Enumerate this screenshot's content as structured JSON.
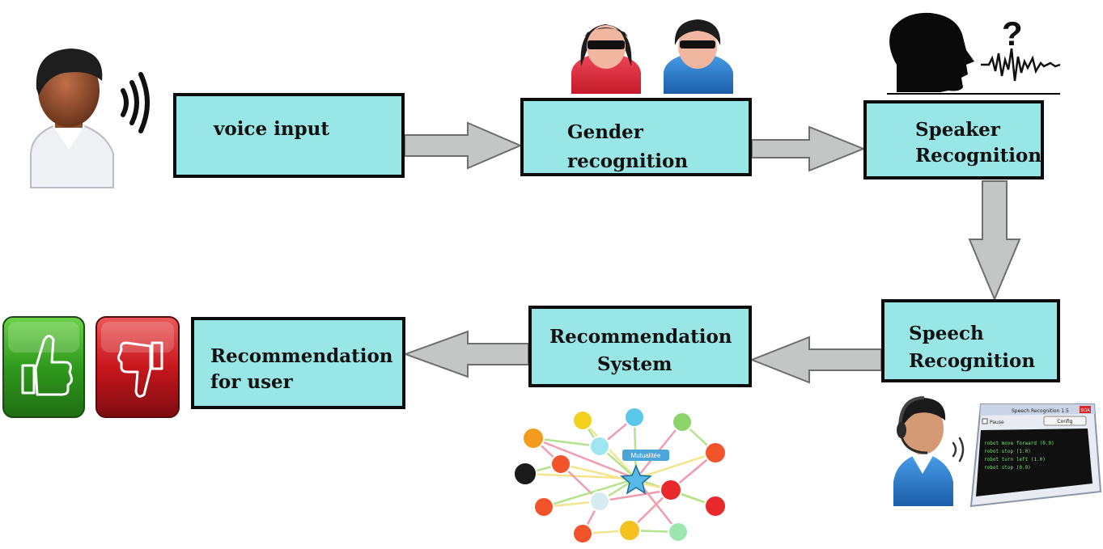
{
  "boxes": {
    "voice_input": [
      "voice input"
    ],
    "gender_recognition": [
      "Gender",
      "recognition"
    ],
    "speaker_recognition": [
      "Speaker",
      "Recognition"
    ],
    "speech_recognition": [
      "Speech",
      "Recognition"
    ],
    "recommendation_system": [
      "Recommendation",
      "System"
    ],
    "recommendation_for_user": [
      "Recommendation",
      "for user"
    ]
  },
  "colors": {
    "box_fill": "#99e6e6",
    "box_border": "#0c0c0c",
    "arrow_fill": "#c4c6c6",
    "arrow_stroke": "#6e6e6e",
    "like_green": "#2f9a1c",
    "dislike_red": "#c8161d"
  },
  "icons": [
    "speaking-user-icon",
    "sound-waves-icon",
    "female-user-icon",
    "male-user-icon",
    "speaker-head-silhouette-icon",
    "question-mark-icon",
    "audio-waveform-icon",
    "thumbs-up-icon",
    "thumbs-down-icon",
    "social-network-graph-icon",
    "headset-operator-icon",
    "speech-software-window-icon"
  ],
  "software_window": {
    "title": "Speech Recognition 1.5",
    "badge": "SCIA",
    "checkbox_label": "Pause",
    "button_label": "Config",
    "log_lines": [
      "robot move forward (0.9)",
      "robot stop (1.0)",
      "robot turn left (1.0)",
      "robot stop (0.9)"
    ]
  },
  "network": {
    "center_tag": "Mutualitée"
  }
}
